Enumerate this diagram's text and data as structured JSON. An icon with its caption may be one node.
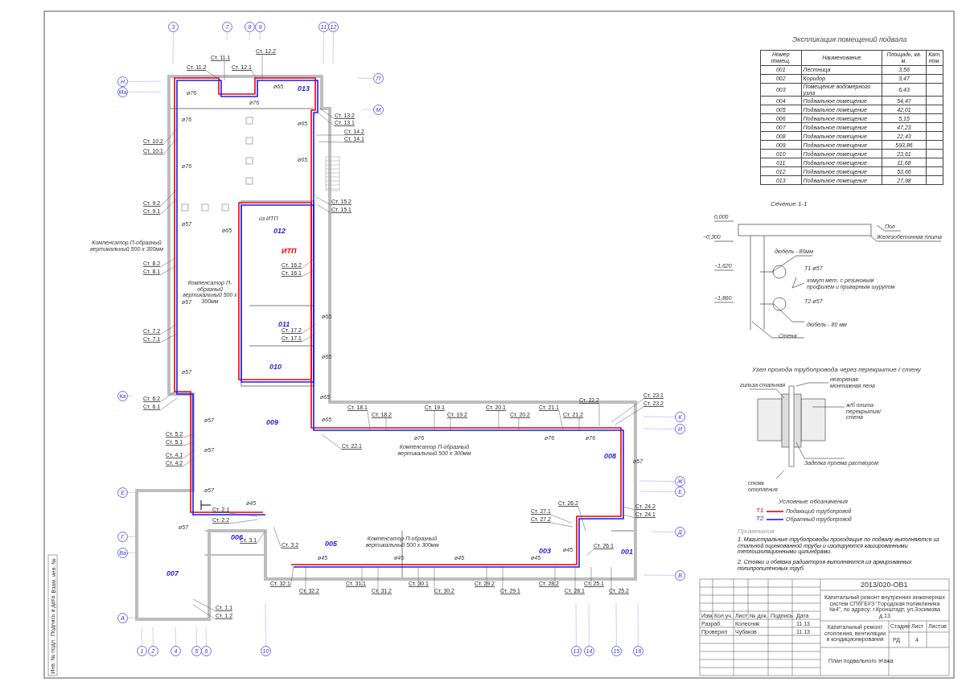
{
  "diagram": {
    "nodes": [
      {
        "text": [
          "3"
        ]
      },
      {
        "text": [
          "7"
        ]
      },
      {
        "text": [
          "8"
        ]
      },
      {
        "text": [
          "9"
        ]
      },
      {
        "text": [
          "11"
        ]
      },
      {
        "text": [
          "12"
        ]
      },
      {
        "text": [
          "Н"
        ]
      },
      {
        "text": [
          "Ма"
        ]
      },
      {
        "text": [
          "Ка"
        ]
      },
      {
        "text": [
          "Е"
        ]
      },
      {
        "text": [
          "Г"
        ]
      },
      {
        "text": [
          "Ва"
        ]
      },
      {
        "text": [
          "А"
        ]
      },
      {
        "text": [
          "П"
        ]
      },
      {
        "text": [
          "М"
        ]
      },
      {
        "text": [
          "К"
        ]
      },
      {
        "text": [
          "И"
        ]
      },
      {
        "text": [
          "Ж"
        ]
      },
      {
        "text": [
          "Е"
        ]
      },
      {
        "text": [
          "Д"
        ]
      },
      {
        "text": [
          "В"
        ]
      },
      {
        "text": [
          "1"
        ]
      },
      {
        "text": [
          "2"
        ]
      },
      {
        "text": [
          "4"
        ]
      },
      {
        "text": [
          "5"
        ]
      },
      {
        "text": [
          "6"
        ]
      },
      {
        "text": [
          "10"
        ]
      },
      {
        "text": [
          "13"
        ]
      },
      {
        "text": [
          "14"
        ]
      },
      {
        "text": [
          "15"
        ]
      },
      {
        "text": [
          "16"
        ]
      },
      {
        "text": [
          "Ст. 11.2"
        ]
      },
      {
        "text": [
          "Ст. 11.1"
        ]
      },
      {
        "text": [
          "Ст. 12.1"
        ]
      },
      {
        "text": [
          "Ст. 12.2"
        ]
      },
      {
        "text": [
          "Ст. 13.2"
        ]
      },
      {
        "text": [
          "Ст. 13.1"
        ]
      },
      {
        "text": [
          "Ст. 14.2"
        ]
      },
      {
        "text": [
          "Ст. 14.1"
        ]
      },
      {
        "text": [
          "Ст. 10.2"
        ]
      },
      {
        "text": [
          "Ст. 10.1"
        ]
      },
      {
        "text": [
          "Ст. 9.2"
        ]
      },
      {
        "text": [
          "Ст. 9.1"
        ]
      },
      {
        "text": [
          "Ст. 15.2"
        ]
      },
      {
        "text": [
          "Ст. 15.1"
        ]
      },
      {
        "text": [
          "Ст. 8.2"
        ]
      },
      {
        "text": [
          "Ст. 8.1"
        ]
      },
      {
        "text": [
          "Ст. 16.2"
        ]
      },
      {
        "text": [
          "Ст. 16.1"
        ]
      },
      {
        "text": [
          "Ст. 7.2"
        ]
      },
      {
        "text": [
          "Ст. 7.1"
        ]
      },
      {
        "text": [
          "Ст. 17.2"
        ]
      },
      {
        "text": [
          "Ст. 17.1"
        ]
      },
      {
        "text": [
          "Ст. 6.2"
        ]
      },
      {
        "text": [
          "Ст. 6.1"
        ]
      },
      {
        "text": [
          "Ст. 5.2"
        ]
      },
      {
        "text": [
          "Ст. 5.1"
        ]
      },
      {
        "text": [
          "Ст. 4.1"
        ]
      },
      {
        "text": [
          "Ст. 4.2"
        ]
      },
      {
        "text": [
          "Ст. 18.1"
        ]
      },
      {
        "text": [
          "Ст. 18.2"
        ]
      },
      {
        "text": [
          "Ст. 19.1"
        ]
      },
      {
        "text": [
          "Ст. 19.2"
        ]
      },
      {
        "text": [
          "Ст. 20.1"
        ]
      },
      {
        "text": [
          "Ст. 20.2"
        ]
      },
      {
        "text": [
          "Ст. 21.1"
        ]
      },
      {
        "text": [
          "Ст. 21.2"
        ]
      },
      {
        "text": [
          "Ст. 22.2"
        ]
      },
      {
        "text": [
          "Ст. 22.1"
        ]
      },
      {
        "text": [
          "Ст. 23.1"
        ]
      },
      {
        "text": [
          "Ст. 23.2"
        ]
      },
      {
        "text": [
          "Ст. 24.2"
        ]
      },
      {
        "text": [
          "Ст. 24.1"
        ]
      },
      {
        "text": [
          "Ст. 2.1"
        ]
      },
      {
        "text": [
          "Ст. 2.2"
        ]
      },
      {
        "text": [
          "Ст. 3.1"
        ]
      },
      {
        "text": [
          "Ст. 3.2"
        ]
      },
      {
        "text": [
          "Ст. 27.1"
        ]
      },
      {
        "text": [
          "Ст. 27.2"
        ]
      },
      {
        "text": [
          "Ст. 26.2"
        ]
      },
      {
        "text": [
          "Ст. 26.1"
        ]
      },
      {
        "text": [
          "Ст. 32.1"
        ]
      },
      {
        "text": [
          "Ст. 32.2"
        ]
      },
      {
        "text": [
          "Ст. 31.1"
        ]
      },
      {
        "text": [
          "Ст. 31.2"
        ]
      },
      {
        "text": [
          "Ст. 30.1"
        ]
      },
      {
        "text": [
          "Ст. 30.2"
        ]
      },
      {
        "text": [
          "Ст. 29.2"
        ]
      },
      {
        "text": [
          "Ст. 29.1"
        ]
      },
      {
        "text": [
          "Ст. 28.2"
        ]
      },
      {
        "text": [
          "Ст. 28.1"
        ]
      },
      {
        "text": [
          "Ст. 25.1"
        ]
      },
      {
        "text": [
          "Ст. 25.2"
        ]
      },
      {
        "text": [
          "Ст. 1.1"
        ]
      },
      {
        "text": [
          "Ст. 1.2"
        ]
      }
    ],
    "edges": [
      {
        "from": 31,
        "to": null,
        "arrow": "none"
      },
      {
        "from": 32,
        "to": null,
        "arrow": "none"
      },
      {
        "from": 33,
        "to": null,
        "arrow": "none"
      },
      {
        "from": 34,
        "to": null,
        "arrow": "none"
      },
      {
        "from": 35,
        "to": null,
        "arrow": "none"
      },
      {
        "from": 36,
        "to": null,
        "arrow": "none"
      },
      {
        "from": 37,
        "to": null,
        "arrow": "none"
      },
      {
        "from": 38,
        "to": null,
        "arrow": "none"
      },
      {
        "from": 39,
        "to": null,
        "arrow": "none"
      },
      {
        "from": 40,
        "to": null,
        "arrow": "none"
      },
      {
        "from": 41,
        "to": null,
        "arrow": "none"
      },
      {
        "from": 42,
        "to": null,
        "arrow": "none"
      },
      {
        "from": 43,
        "to": null,
        "arrow": "none"
      },
      {
        "from": 44,
        "to": null,
        "arrow": "none"
      },
      {
        "from": 45,
        "to": null,
        "arrow": "none"
      },
      {
        "from": 46,
        "to": null,
        "arrow": "none"
      },
      {
        "from": 47,
        "to": null,
        "arrow": "none"
      },
      {
        "from": 48,
        "to": null,
        "arrow": "none"
      },
      {
        "from": 49,
        "to": null,
        "arrow": "none"
      },
      {
        "from": 50,
        "to": null,
        "arrow": "none"
      },
      {
        "from": 51,
        "to": null,
        "arrow": "none"
      },
      {
        "from": 52,
        "to": null,
        "arrow": "none"
      },
      {
        "from": 53,
        "to": null,
        "arrow": "none"
      },
      {
        "from": 54,
        "to": null,
        "arrow": "none"
      },
      {
        "from": 55,
        "to": null,
        "arrow": "none"
      },
      {
        "from": 56,
        "to": null,
        "arrow": "none"
      },
      {
        "from": 57,
        "to": null,
        "arrow": "none"
      },
      {
        "from": 58,
        "to": null,
        "arrow": "none"
      },
      {
        "from": 59,
        "to": null,
        "arrow": "none"
      },
      {
        "from": 60,
        "to": null,
        "arrow": "none"
      },
      {
        "from": 61,
        "to": null,
        "arrow": "none"
      },
      {
        "from": 62,
        "to": null,
        "arrow": "none"
      },
      {
        "from": 63,
        "to": null,
        "arrow": "none"
      },
      {
        "from": 64,
        "to": null,
        "arrow": "none"
      },
      {
        "from": 65,
        "to": null,
        "arrow": "none"
      },
      {
        "from": 66,
        "to": null,
        "arrow": "none"
      },
      {
        "from": 67,
        "to": null,
        "arrow": "none"
      },
      {
        "from": 68,
        "to": null,
        "arrow": "none"
      },
      {
        "from": 69,
        "to": null,
        "arrow": "none"
      },
      {
        "from": 70,
        "to": null,
        "arrow": "none"
      },
      {
        "from": 71,
        "to": null,
        "arrow": "none"
      },
      {
        "from": 72,
        "to": null,
        "arrow": "none"
      },
      {
        "from": 73,
        "to": null,
        "arrow": "none"
      },
      {
        "from": 74,
        "to": null,
        "arrow": "none"
      },
      {
        "from": 75,
        "to": null,
        "arrow": "none"
      },
      {
        "from": 76,
        "to": null,
        "arrow": "none"
      },
      {
        "from": 77,
        "to": null,
        "arrow": "none"
      },
      {
        "from": 78,
        "to": null,
        "arrow": "none"
      },
      {
        "from": 79,
        "to": null,
        "arrow": "none"
      },
      {
        "from": 80,
        "to": null,
        "arrow": "none"
      },
      {
        "from": 81,
        "to": null,
        "arrow": "none"
      },
      {
        "from": 82,
        "to": null,
        "arrow": "none"
      },
      {
        "from": 83,
        "to": null,
        "arrow": "none"
      },
      {
        "from": 84,
        "to": null,
        "arrow": "none"
      },
      {
        "from": 85,
        "to": null,
        "arrow": "none"
      },
      {
        "from": 86,
        "to": null,
        "arrow": "none"
      },
      {
        "from": 87,
        "to": null,
        "arrow": "none"
      },
      {
        "from": 88,
        "to": null,
        "arrow": "none"
      },
      {
        "from": 89,
        "to": null,
        "arrow": "none"
      },
      {
        "from": 90,
        "to": null,
        "arrow": "none"
      },
      {
        "from": 91,
        "to": null,
        "arrow": "none"
      },
      {
        "from": 92,
        "to": null,
        "arrow": "none"
      },
      {
        "from": 93,
        "to": null,
        "arrow": "none"
      },
      {
        "from": 94,
        "to": null,
        "arrow": "none"
      }
    ],
    "labels": [
      "Экспликация помещений подвала",
      "Номер помещ.",
      "Наименование",
      "Площадь, кв. м.",
      "Кат. пом.",
      "001",
      "Лестница",
      "3,56",
      "002",
      "Коридор",
      "3,47",
      "003",
      "Помещение водомерного узла",
      "6,43",
      "004",
      "Подвальное помещение",
      "54,47",
      "005",
      "Подвальное помещение",
      "42,01",
      "006",
      "Подвальное помещение",
      "5,15",
      "007",
      "Подвальное помещение",
      "47,23",
      "008",
      "Подвальное помещение",
      "22,43",
      "009",
      "Подвальное помещение",
      "593,86",
      "010",
      "Подвальное помещение",
      "23,61",
      "011",
      "Подвальное помещение",
      "11,68",
      "012",
      "Подвальное помещение",
      "53,66",
      "013",
      "Подвальное помещение",
      "27,98",
      "Сечение 1-1",
      "0,000",
      "−0,300",
      "−1,620",
      "−1,860",
      "Пол",
      "Железобетонная плита",
      "дюбель - 80мм",
      "Т1-ø57",
      "хомут мет. с резиновым профилем и приварным шурупом",
      "Т2-ø57",
      "дюбель - 80 мм",
      "Стена",
      "Узел прохода трубопровода через перекрытие / стену",
      "гильза стальная",
      "негорючая монтажная пена",
      "ж/б плита перекрытия/стена",
      "Заделка проема раствором",
      "стояк отопления",
      "Условные обозначения",
      "Т1",
      "Т2",
      "Примечания",
      "1. Магистральные трубопроводы проходящие по подвалу выполняются из стальной оцинкованной трубы и изолируются кашированными теплоизоляционными цилиндрами.",
      "2. Стояки и обвязка радиаторов выполняются из армированных полипропиленовых труб.",
      "2013/020-ОВ1",
      "Капитальный ремонт внутренних инженерных систем СПбГБУЗ \"Городская поликлиника №4\", по адресу: г.Кронштадт, ул.Зосимова д.13",
      "Изм.",
      "Кол.уч.",
      "Лист",
      "№ док.",
      "Подпись",
      "Дата",
      "Разраб.",
      "Колесник",
      "11.13",
      "Проверил",
      "Чубаков",
      "11.13",
      "Капитальный ремонт отопления, вентиляции и кондиционирования",
      "Стадия",
      "Лист",
      "Листов",
      "РД",
      "4",
      "План подвального этажа",
      "Инв. № подл.",
      "Подпись и дата",
      "Взам. инв. №",
      "013",
      "012",
      "ИТП",
      "011",
      "010",
      "009",
      "008",
      "006",
      "005",
      "003",
      "001",
      "007",
      "из ИТП",
      "Компенсатор П-образный вертикальный 500 x 300мм",
      "Компенсатор П-образный вертикальный 500 x 300мм",
      "Компенсатор П-образный вертикальный 500 x 300мм",
      "Компенсатор П-образный вертикальный 500 x 300мм",
      "ø76",
      "ø76",
      "ø65",
      "ø76",
      "ø76",
      "ø65",
      "ø65",
      "ø57",
      "ø57",
      "ø57",
      "ø65",
      "ø65",
      "ø65",
      "ø65",
      "ø65",
      "ø76",
      "ø76",
      "ø76",
      "ø57",
      "ø57",
      "ø57",
      "ø57",
      "ø57",
      "ø45",
      "ø45",
      "ø45",
      "ø45",
      "ø45",
      "ø45"
    ],
    "legend": [
      {
        "text": "Подающий трубопровод"
      },
      {
        "text": "Обратный трубопровод"
      }
    ]
  }
}
